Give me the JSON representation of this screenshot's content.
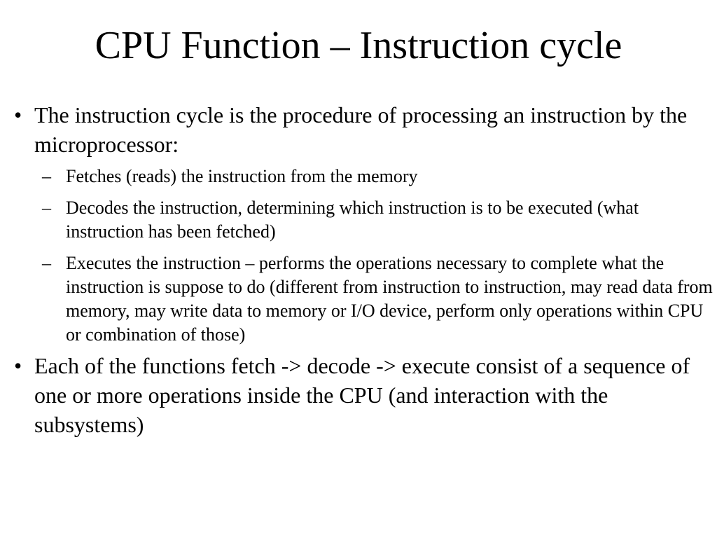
{
  "slide": {
    "title": "CPU Function – Instruction cycle",
    "bullets": [
      {
        "marker": "•",
        "text": "The instruction cycle is the procedure of processing an instruction by the microprocessor:",
        "subs": [
          {
            "marker": "–",
            "text": "Fetches (reads) the instruction from the memory"
          },
          {
            "marker": "–",
            "text": "Decodes the instruction, determining which instruction is to be executed (what instruction has been fetched)"
          },
          {
            "marker": "–",
            "text": "Executes the instruction – performs the operations necessary to complete what the instruction is suppose to do (different from instruction to instruction, may read data from memory, may write data to memory or I/O device, perform only operations within CPU or combination of those)"
          }
        ]
      },
      {
        "marker": "•",
        "text": "Each of the functions fetch -> decode -> execute consist of a sequence of one or more operations inside the CPU (and interaction with the subsystems)"
      }
    ]
  }
}
